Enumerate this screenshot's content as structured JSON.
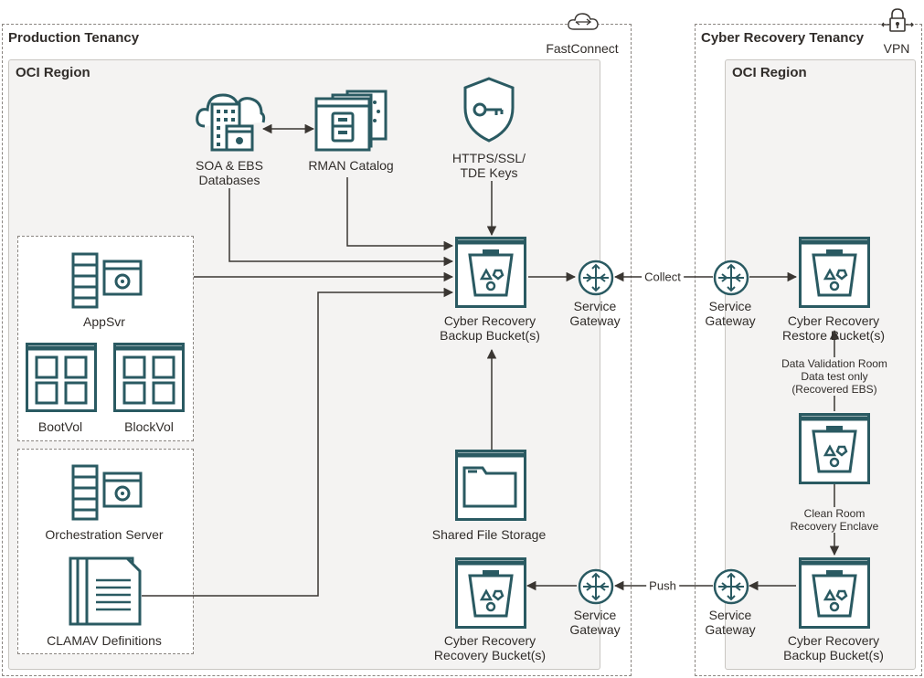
{
  "colors": {
    "icon": "#2a5a62",
    "line": "#3a3632",
    "region_bg": "#f4f3f2"
  },
  "production": {
    "title": "Production Tenancy",
    "region": "OCI Region",
    "fastconnect": "FastConnect",
    "soa_ebs": [
      "SOA & EBS",
      "Databases"
    ],
    "rman": "RMAN Catalog",
    "keys": [
      "HTTPS/SSL/",
      "TDE Keys"
    ],
    "appsvr": "AppSvr",
    "bootvol": "BootVol",
    "blockvol": "BlockVol",
    "orchestration": "Orchestration Server",
    "clamav": "CLAMAV Definitions",
    "backup_bucket": [
      "Cyber Recovery",
      "Backup Bucket(s)"
    ],
    "shared_fs": "Shared File Storage",
    "recovery_bucket": [
      "Cyber Recovery",
      "Recovery Bucket(s)"
    ],
    "sgw_top": [
      "Service",
      "Gateway"
    ],
    "sgw_bottom": [
      "Service",
      "Gateway"
    ]
  },
  "cyber": {
    "title": "Cyber Recovery Tenancy",
    "region": "OCI Region",
    "vpn": "VPN",
    "sgw_top": [
      "Service",
      "Gateway"
    ],
    "sgw_bottom": [
      "Service",
      "Gateway"
    ],
    "restore_bucket": [
      "Cyber Recovery",
      "Restore Bucket(s)"
    ],
    "validation": [
      "Data Validation Room",
      "Data test only",
      "(Recovered EBS)"
    ],
    "clean_room": [
      "Clean Room",
      "Recovery Enclave"
    ],
    "backup_bucket": [
      "Cyber Recovery",
      "Backup Bucket(s)"
    ]
  },
  "edges": {
    "collect": "Collect",
    "push": "Push"
  }
}
